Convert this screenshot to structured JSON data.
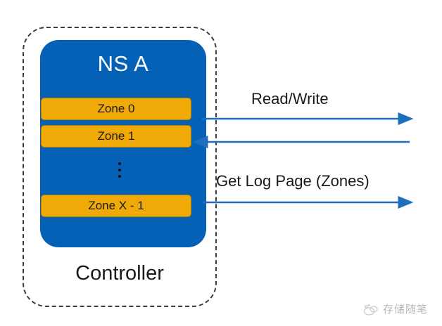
{
  "diagram": {
    "title": "NVMe Zoned Namespace Controller Diagram",
    "colors": {
      "namespace_blue": "#0561B5",
      "zone_orange": "#EFAA08",
      "zone_orange_border": "#B07F05",
      "arrow_blue": "#1F6FC0",
      "enclosure_dash": "#3C3C3C",
      "text_dark": "#1A1A1A",
      "text_light": "#FFFFFF",
      "background": "#FFFFFF"
    },
    "controller": {
      "label": "Controller"
    },
    "namespace": {
      "title": "NS A",
      "zones": [
        {
          "label": "Zone 0"
        },
        {
          "label": "Zone 1"
        },
        {
          "label": "Zone X - 1"
        }
      ],
      "ellipsis": "⋮"
    },
    "flows": [
      {
        "label": "Read/Write",
        "direction": "right",
        "from": "namespace",
        "to": "host"
      },
      {
        "label": "",
        "direction": "left",
        "from": "host",
        "to": "namespace"
      },
      {
        "label": "Get Log Page (Zones)",
        "direction": "right",
        "from": "namespace",
        "to": "host"
      }
    ]
  },
  "watermark": {
    "text": "存储随笔",
    "icon": "cloud-logo-icon"
  }
}
